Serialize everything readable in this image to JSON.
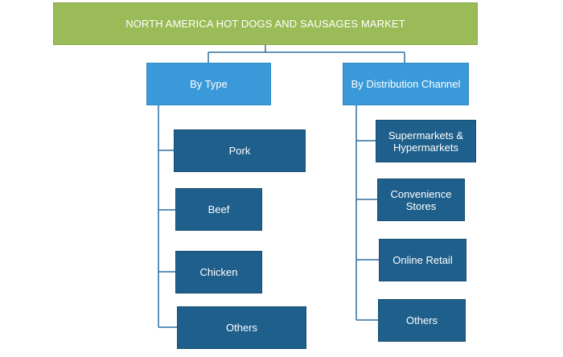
{
  "root": {
    "title": "NORTH AMERICA HOT DOGS AND SAUSAGES MARKET"
  },
  "by_type": {
    "label": "By Type",
    "items": [
      "Pork",
      "Beef",
      "Chicken",
      "Others"
    ]
  },
  "by_channel": {
    "label": "By Distribution Channel",
    "items": [
      "Supermarkets & Hypermarkets",
      "Convenience Stores",
      "Online Retail",
      "Others"
    ]
  },
  "colors": {
    "root": "#9bbb59",
    "category": "#3a9ad9",
    "leaf": "#1f5f8b",
    "connector": "#2f6f9f"
  }
}
